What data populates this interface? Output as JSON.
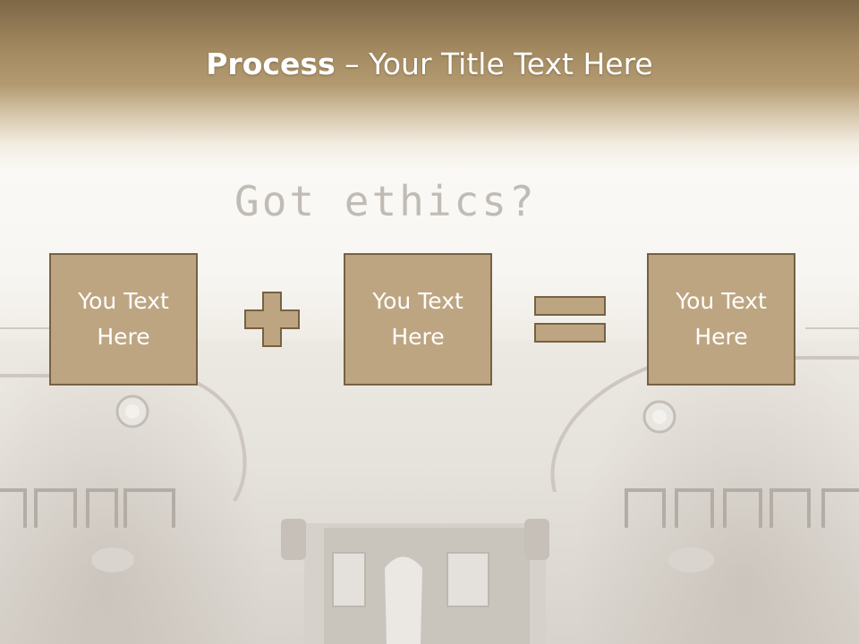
{
  "slide": {
    "title_bold": "Process",
    "title_rest": " – Your Title Text Here"
  },
  "background": {
    "typed_text": "Got ethics?"
  },
  "process": {
    "boxes": [
      {
        "label": "You Text\nHere"
      },
      {
        "label": "You Text\nHere"
      },
      {
        "label": "You Text\nHere"
      }
    ],
    "operators": [
      "plus-icon",
      "equals-icon"
    ]
  },
  "colors": {
    "box_fill": "#bea582",
    "box_border": "#766144",
    "header": "#a48a60"
  }
}
